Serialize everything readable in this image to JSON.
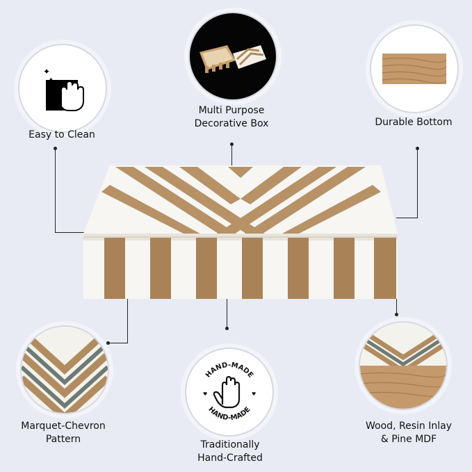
{
  "features": {
    "easy_clean": {
      "label": "Easy to Clean",
      "icon": "cleaning-cloth-hand-icon"
    },
    "multi_purpose": {
      "line1": "Multi Purpose",
      "line2": "Decorative Box"
    },
    "durable_bottom": {
      "label": "Durable Bottom"
    },
    "chevron": {
      "line1": "Marquet-Chevron",
      "line2": "Pattern"
    },
    "handcrafted": {
      "line1": "Traditionally",
      "line2": "Hand-Crafted",
      "badge_top": "HAND-MADE",
      "badge_bottom": "HAND-MADE"
    },
    "materials": {
      "line1": "Wood, Resin Inlay",
      "line2": "& Pine MDF"
    }
  },
  "colors": {
    "background": "#e9ebf4",
    "wood": "#b08a5c",
    "wood_dark": "#8a6a43",
    "resin": "#f7f6f2"
  }
}
